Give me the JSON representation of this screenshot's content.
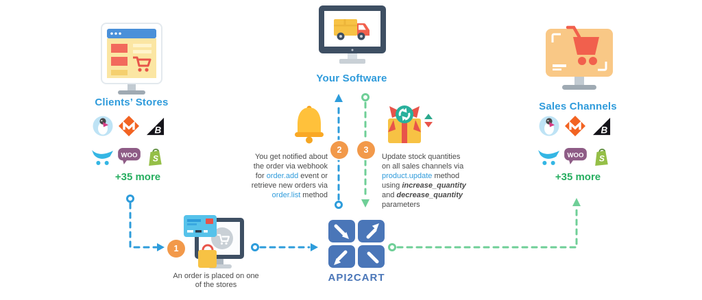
{
  "colors": {
    "accent_blue": "#2D9CDB",
    "line_green": "#6FCF97",
    "text_green": "#27AE60",
    "step_orange": "#F2994A",
    "brand_blue": "#4A76B8",
    "body_text": "#4A4A4A"
  },
  "clients": {
    "title": "Clients’ Stores",
    "more": "+35 more"
  },
  "software": {
    "title": "Your Software"
  },
  "sales": {
    "title": "Sales Channels",
    "more": "+35 more"
  },
  "brand": {
    "label": "API2CART"
  },
  "platforms": [
    {
      "name": "PrestaShop"
    },
    {
      "name": "Magento"
    },
    {
      "name": "BigCommerce",
      "letter": "B"
    },
    {
      "name": "OpenCart"
    },
    {
      "name": "WooCommerce",
      "letter": "WOO"
    },
    {
      "name": "Shopify",
      "letter": "S"
    }
  ],
  "steps": {
    "one": {
      "num": "1",
      "caption_line1": "An order is placed on one",
      "caption_line2": "of the stores"
    },
    "two": {
      "num": "2",
      "line1": "You get notified about",
      "line2": "the order via webhook",
      "line3_pre": "for ",
      "line3_code": "order.add",
      "line3_post": " event or",
      "line4": "retrieve new orders via",
      "line5_code": "order.list",
      "line5_post": " method"
    },
    "three": {
      "num": "3",
      "line1": "Update stock quantities",
      "line2": "on all sales channels via",
      "line3_code": "product.update",
      "line3_post": " method",
      "line4_pre": "using ",
      "line4_em": "increase_quantity",
      "line5_pre": "and ",
      "line5_em": "decrease_quantity",
      "line6": "parameters"
    }
  },
  "icons": {
    "clients_monitor": "storefront-browser-monitor",
    "software_monitor": "delivery-truck-monitor",
    "sales_monitor": "shopping-cart-monitor",
    "order_computer": "order-checkout-computer",
    "bell": "notification-bell",
    "gift": "package-update-gift",
    "brand_logo": "api2cart-four-arrows"
  }
}
